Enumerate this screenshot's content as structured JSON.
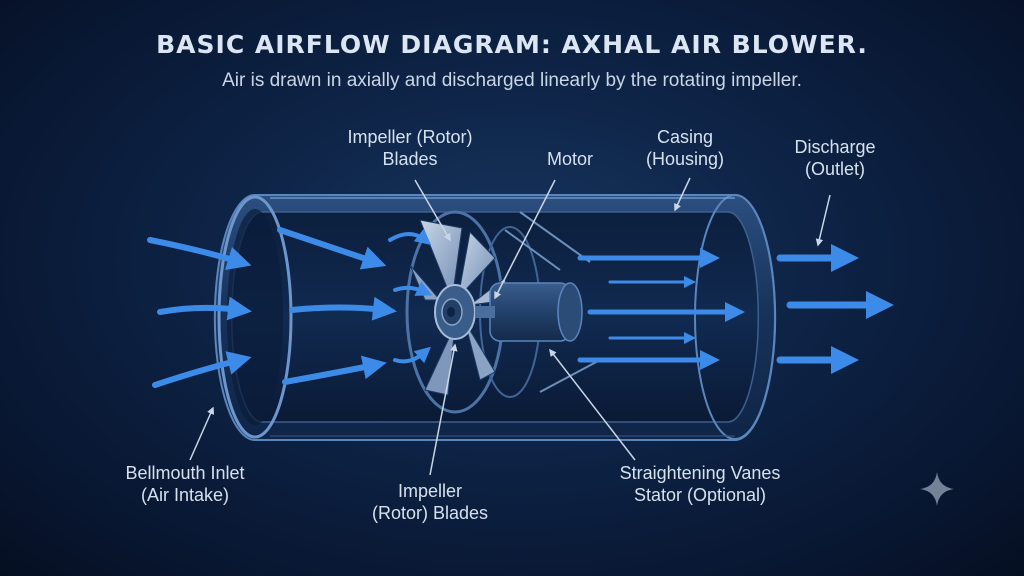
{
  "title": "BASIC AIRFLOW DIAGRAM: AXHAL AIR BLOWER.",
  "subtitle": "Air is drawn in axially and discharged linearly by the rotating impeller.",
  "labels": {
    "impeller_top_line1": "Impeller (Rotor)",
    "impeller_top_line2": "Blades",
    "motor": "Motor",
    "casing_line1": "Casing",
    "casing_line2": "(Housing)",
    "discharge_line1": "Discharge",
    "discharge_line2": "(Outlet)",
    "bellmouth_line1": "Bellmouth Inlet",
    "bellmouth_line2": "(Air Intake)",
    "impeller_bottom_line1": "Impeller",
    "impeller_bottom_line2": "(Rotor) Blades",
    "vanes_line1": "Straightening Vanes",
    "vanes_line2": "Stator (Optional)"
  },
  "colors": {
    "background": "#0d2244",
    "casing": "#1d3b66",
    "casing_edge": "#5b86bd",
    "airflow_arrow": "#3d8be8",
    "text": "#d6e1ee"
  },
  "icons": {
    "corner": "sparkle-icon"
  }
}
